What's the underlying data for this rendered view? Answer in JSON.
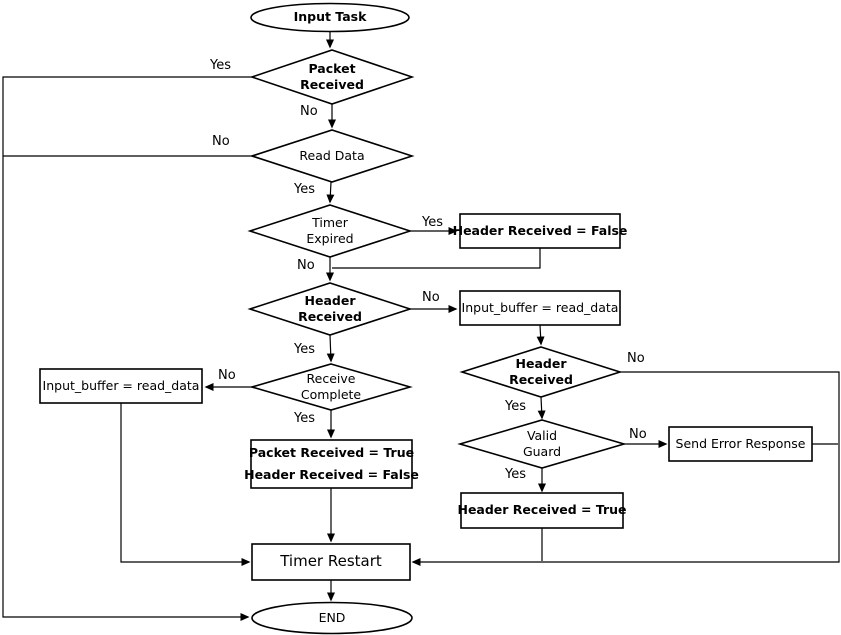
{
  "diagram": {
    "type": "flowchart",
    "colors": {
      "line": "#000000",
      "shape_fill": "#ffffff",
      "text": "#000000",
      "background": "#ffffff"
    },
    "nodes": {
      "input_task": {
        "shape": "oval",
        "bold": true,
        "lines": [
          "Input Task"
        ]
      },
      "packet_received": {
        "shape": "diamond",
        "bold": true,
        "lines": [
          "Packet",
          "Received"
        ]
      },
      "read_data": {
        "shape": "diamond",
        "bold": false,
        "lines": [
          "Read Data"
        ]
      },
      "timer_expired": {
        "shape": "diamond",
        "bold": false,
        "lines": [
          "Timer",
          "Expired"
        ]
      },
      "header_received_false": {
        "shape": "rect",
        "bold": true,
        "lines": [
          "Header Received = False"
        ]
      },
      "header_received_1": {
        "shape": "diamond",
        "bold": true,
        "lines": [
          "Header",
          "Received"
        ]
      },
      "input_buffer_right": {
        "shape": "rect",
        "bold": false,
        "lines": [
          "Input_buffer = read_data"
        ]
      },
      "receive_complete": {
        "shape": "diamond",
        "bold": false,
        "lines": [
          "Receive",
          "Complete"
        ]
      },
      "input_buffer_left": {
        "shape": "rect",
        "bold": false,
        "lines": [
          "Input_buffer = read_data"
        ]
      },
      "packet_true_header_false": {
        "shape": "rect",
        "bold": true,
        "lines": [
          "Packet Received = True",
          "Header Received = False"
        ]
      },
      "header_received_2": {
        "shape": "diamond",
        "bold": true,
        "lines": [
          "Header",
          "Received"
        ]
      },
      "valid_guard": {
        "shape": "diamond",
        "bold": false,
        "lines": [
          "Valid",
          "Guard"
        ]
      },
      "send_error_response": {
        "shape": "rect",
        "bold": false,
        "lines": [
          "Send Error Response"
        ]
      },
      "header_received_true": {
        "shape": "rect",
        "bold": true,
        "lines": [
          "Header Received = True"
        ]
      },
      "timer_restart": {
        "shape": "rect",
        "bold": false,
        "lines": [
          "Timer Restart"
        ]
      },
      "end": {
        "shape": "oval",
        "bold": false,
        "lines": [
          "END"
        ]
      }
    },
    "edge_labels": {
      "packet_received_yes": "Yes",
      "packet_received_no": "No",
      "read_data_no": "No",
      "read_data_yes": "Yes",
      "timer_expired_yes": "Yes",
      "timer_expired_no": "No",
      "header_received1_no": "No",
      "header_received1_yes": "Yes",
      "receive_complete_no": "No",
      "receive_complete_yes": "Yes",
      "header_received2_no": "No",
      "header_received2_yes": "Yes",
      "valid_guard_no": "No",
      "valid_guard_yes": "Yes"
    },
    "edges": [
      {
        "from": "input_task",
        "to": "packet_received",
        "label": ""
      },
      {
        "from": "packet_received",
        "to": "end",
        "label": "Yes"
      },
      {
        "from": "packet_received",
        "to": "read_data",
        "label": "No"
      },
      {
        "from": "read_data",
        "to": "end",
        "label": "No"
      },
      {
        "from": "read_data",
        "to": "timer_expired",
        "label": "Yes"
      },
      {
        "from": "timer_expired",
        "to": "header_received_false",
        "label": "Yes"
      },
      {
        "from": "timer_expired",
        "to": "header_received_1",
        "label": "No"
      },
      {
        "from": "header_received_false",
        "to": "header_received_1",
        "label": ""
      },
      {
        "from": "header_received_1",
        "to": "input_buffer_right",
        "label": "No"
      },
      {
        "from": "header_received_1",
        "to": "receive_complete",
        "label": "Yes"
      },
      {
        "from": "input_buffer_right",
        "to": "header_received_2",
        "label": ""
      },
      {
        "from": "receive_complete",
        "to": "input_buffer_left",
        "label": "No"
      },
      {
        "from": "receive_complete",
        "to": "packet_true_header_false",
        "label": "Yes"
      },
      {
        "from": "input_buffer_left",
        "to": "timer_restart",
        "label": ""
      },
      {
        "from": "packet_true_header_false",
        "to": "timer_restart",
        "label": ""
      },
      {
        "from": "header_received_2",
        "to": "timer_restart",
        "label": "No"
      },
      {
        "from": "header_received_2",
        "to": "valid_guard",
        "label": "Yes"
      },
      {
        "from": "valid_guard",
        "to": "send_error_response",
        "label": "No"
      },
      {
        "from": "valid_guard",
        "to": "header_received_true",
        "label": "Yes"
      },
      {
        "from": "send_error_response",
        "to": "timer_restart",
        "label": ""
      },
      {
        "from": "header_received_true",
        "to": "timer_restart",
        "label": ""
      },
      {
        "from": "timer_restart",
        "to": "end",
        "label": ""
      }
    ]
  }
}
